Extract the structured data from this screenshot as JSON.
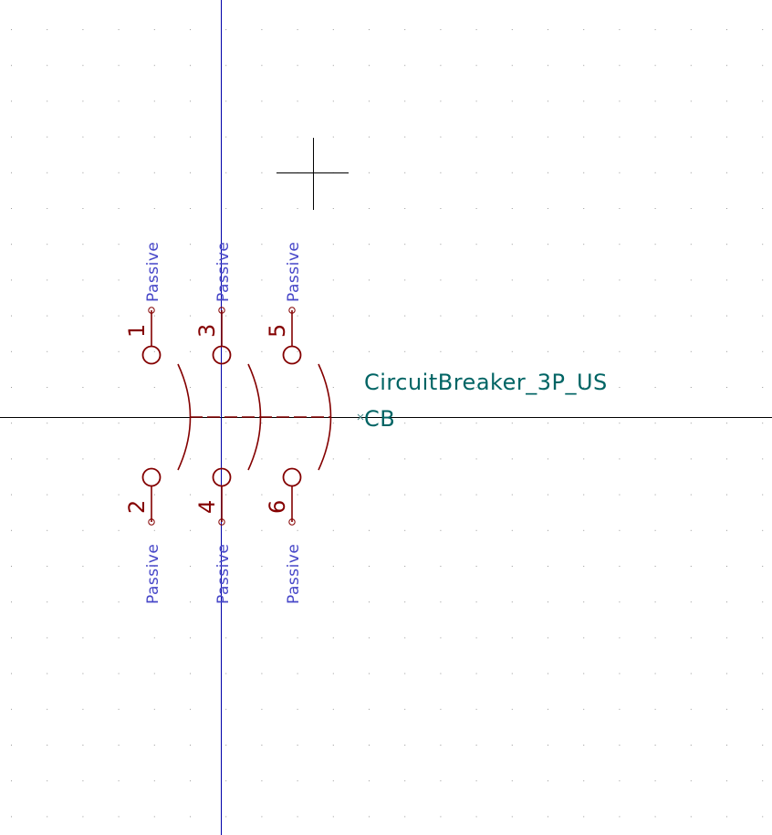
{
  "symbol": {
    "value": "CircuitBreaker_3P_US",
    "reference": "CB"
  },
  "pins": [
    {
      "number": "1",
      "type": "Passive"
    },
    {
      "number": "3",
      "type": "Passive"
    },
    {
      "number": "5",
      "type": "Passive"
    },
    {
      "number": "2",
      "type": "Passive"
    },
    {
      "number": "4",
      "type": "Passive"
    },
    {
      "number": "6",
      "type": "Passive"
    }
  ],
  "colors": {
    "background": "#ffffff",
    "grid_dot": "#9a9a9a",
    "axis_horizontal": "#000000",
    "axis_vertical": "#0000a8",
    "symbol_body": "#840000",
    "pin_type_text": "#4646c8",
    "field_text": "#006464",
    "cursor": "#000000"
  },
  "icons": {
    "cursor": "crosshair-cursor-icon",
    "anchor": "anchor-marker-icon"
  }
}
